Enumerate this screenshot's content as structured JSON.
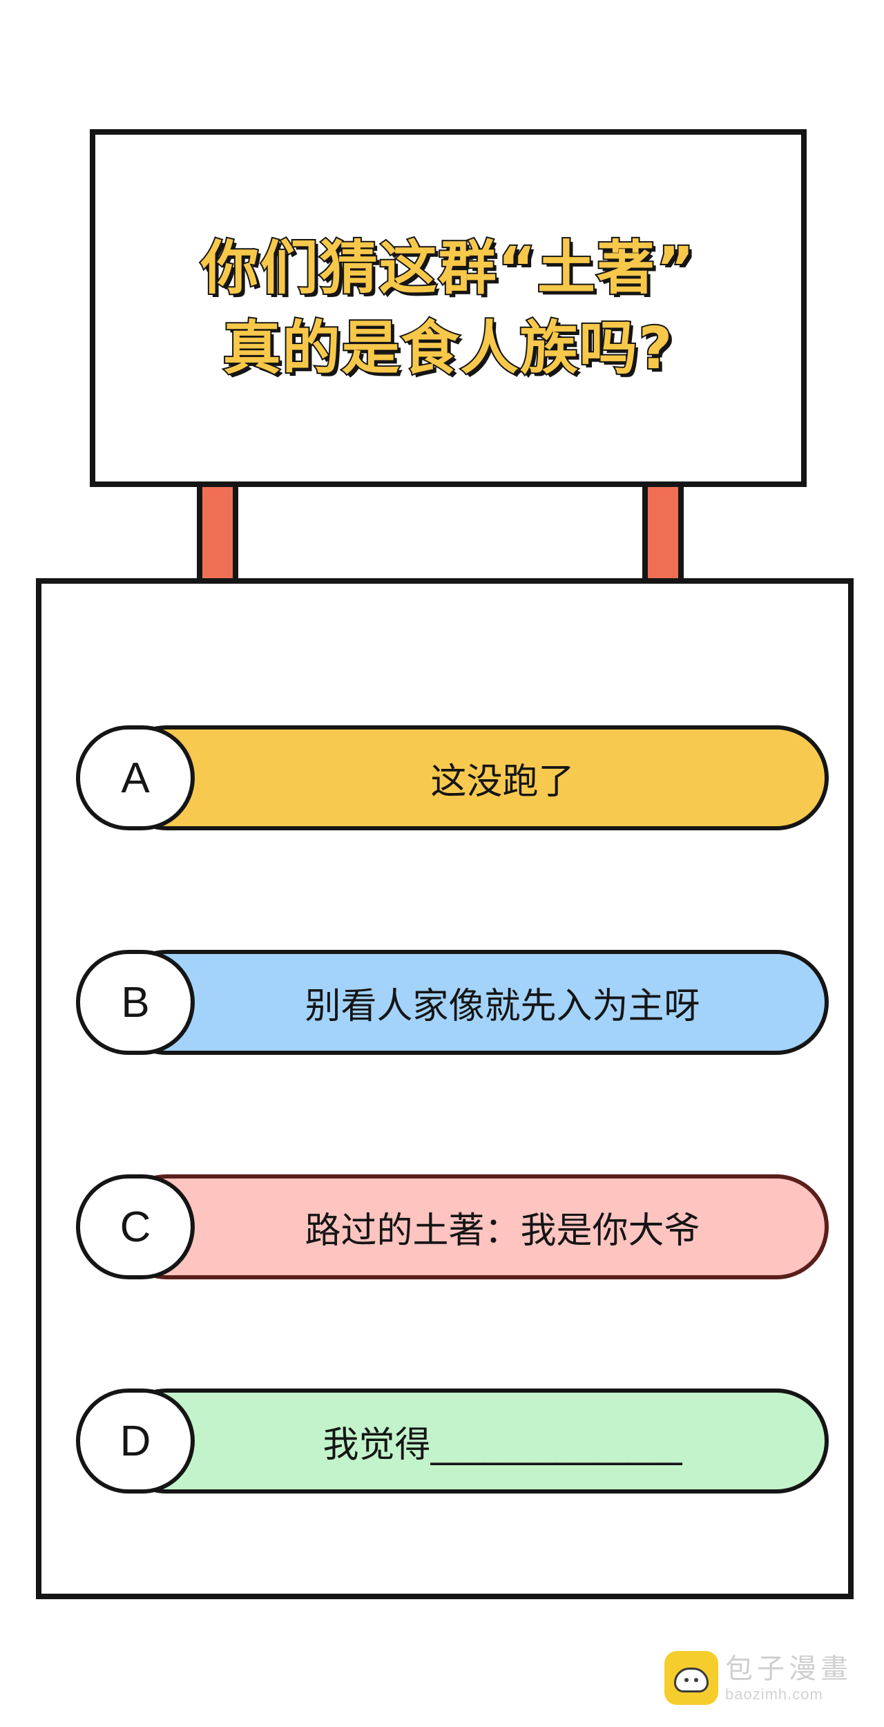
{
  "sign": {
    "line1": "你们猜这群“土著”",
    "line2": "真的是食人族吗?"
  },
  "colors": {
    "outline": "#151515",
    "title_fill": "#f7c84a",
    "post": "#f07055",
    "option_a": "#f7c94f",
    "option_b": "#a3d3fa",
    "option_c": "#fec4c0",
    "option_d": "#c3f3ca"
  },
  "options": [
    {
      "letter": "A",
      "text": "这没跑了",
      "color": "#f7c94f"
    },
    {
      "letter": "B",
      "text": "别看人家像就先入为主呀",
      "color": "#a3d3fa"
    },
    {
      "letter": "C",
      "text": "路过的土著：我是你大爷",
      "color": "#fec4c0"
    },
    {
      "letter": "D",
      "text": "我觉得______________",
      "color": "#c3f3ca"
    }
  ],
  "watermark": {
    "name": "包子漫畫",
    "url": "baozimh.com",
    "icon": "bun-logo-icon"
  }
}
